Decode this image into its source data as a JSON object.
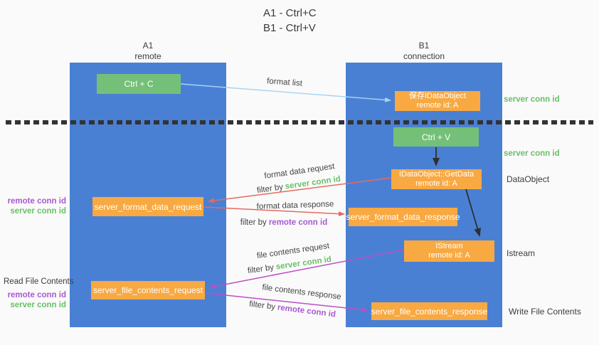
{
  "title": {
    "line1": "A1 - Ctrl+C",
    "line2": "B1 - Ctrl+V"
  },
  "lanes": {
    "left": {
      "name": "A1",
      "role": "remote"
    },
    "right": {
      "name": "B1",
      "role": "connection"
    }
  },
  "nodes": {
    "ctrl_c": {
      "label": "Ctrl + C"
    },
    "ctrl_v": {
      "label": "Ctrl + V"
    },
    "save_dataobject": {
      "line1": "保存IDataObject",
      "line2": "remote id: A"
    },
    "getdata": {
      "line1": "IDataObject::GetData",
      "line2": "remote id: A"
    },
    "istream": {
      "line1": "IStream",
      "line2": "remote id: A"
    },
    "server_format_data_request": {
      "label": "server_format_data_request"
    },
    "server_format_data_response": {
      "label": "server_format_data_response"
    },
    "server_file_contents_request": {
      "label": "server_file_contents_request"
    },
    "server_file_contents_response": {
      "label": "server_file_contents_response"
    }
  },
  "arrows": {
    "format_list": {
      "label": "format list"
    },
    "format_data_request": {
      "label": "format data request",
      "filter": "server conn id"
    },
    "format_data_response": {
      "label": "format data response",
      "filter": "remote conn id"
    },
    "file_contents_request": {
      "label": "file contents request",
      "filter": "server conn id"
    },
    "file_contents_response": {
      "label": "file contents response",
      "filter": "remote conn id"
    }
  },
  "terms": {
    "filter_by": "filter by"
  },
  "side_labels": {
    "server_conn_id_top": "server conn id",
    "server_conn_id_mid": "server conn id",
    "dataobject": "DataObject",
    "istream": "Istream",
    "write_file_contents": "Write File Contents",
    "read_file_contents": "Read File Contents",
    "remote_conn_id_format": "remote conn id",
    "server_conn_id_format": "server conn id",
    "remote_conn_id_file": "remote conn id",
    "server_conn_id_file": "server conn id"
  },
  "colors": {
    "bg": "#fafafa",
    "blue": "#4a80d4",
    "green_box": "#74c078",
    "orange": "#f8a942",
    "red_arrow": "#e76a5f",
    "magenta": "#bd4ec6",
    "light_blue": "#a5d3f3",
    "purple_text": "#a85ad0",
    "green_text": "#6abf69",
    "dark_text": "#3c3c3c"
  }
}
